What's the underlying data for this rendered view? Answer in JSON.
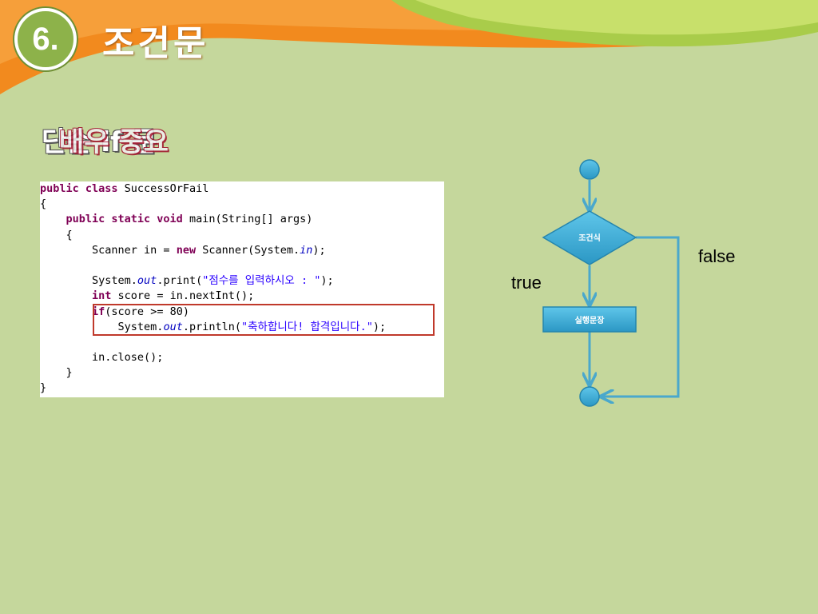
{
  "header": {
    "number": "6.",
    "title": "조건문"
  },
  "subtitle": {
    "overlap_a": "단순 if 문",
    "overlap_b": "배우 중요"
  },
  "code": {
    "lines": [
      [
        [
          "kw",
          "public class"
        ],
        [
          "n",
          " SuccessOrFail"
        ]
      ],
      [
        [
          "n",
          "{"
        ]
      ],
      [
        [
          "n",
          "    "
        ],
        [
          "kw",
          "public static void"
        ],
        [
          "n",
          " main(String[] args)"
        ]
      ],
      [
        [
          "n",
          "    {"
        ]
      ],
      [
        [
          "n",
          "        Scanner in = "
        ],
        [
          "kw",
          "new"
        ],
        [
          "n",
          " Scanner(System."
        ],
        [
          "it",
          "in"
        ],
        [
          "n",
          ");"
        ]
      ],
      [
        [
          "n",
          ""
        ]
      ],
      [
        [
          "n",
          "        System."
        ],
        [
          "it",
          "out"
        ],
        [
          "n",
          ".print("
        ],
        [
          "str",
          "\"점수를 입력하시오 : \""
        ],
        [
          "n",
          ");"
        ]
      ],
      [
        [
          "n",
          "        "
        ],
        [
          "kw",
          "int"
        ],
        [
          "n",
          " score = in.nextInt();"
        ]
      ],
      [
        [
          "n",
          "        "
        ],
        [
          "kw",
          "if"
        ],
        [
          "n",
          "(score >= 80)"
        ]
      ],
      [
        [
          "n",
          "            System."
        ],
        [
          "it",
          "out"
        ],
        [
          "n",
          ".println("
        ],
        [
          "str",
          "\"축하합니다! 합격입니다.\""
        ],
        [
          "n",
          ");"
        ]
      ],
      [
        [
          "n",
          ""
        ]
      ],
      [
        [
          "n",
          "        in.close();"
        ]
      ],
      [
        [
          "n",
          "    }"
        ]
      ],
      [
        [
          "n",
          "}"
        ]
      ]
    ]
  },
  "flowchart": {
    "condition_label": "조건식",
    "statement_label": "실행문장",
    "true_label": "true",
    "false_label": "false",
    "colors": {
      "node": "#35a9d6",
      "line": "#4aa8cc",
      "text": "#ffffff"
    }
  }
}
